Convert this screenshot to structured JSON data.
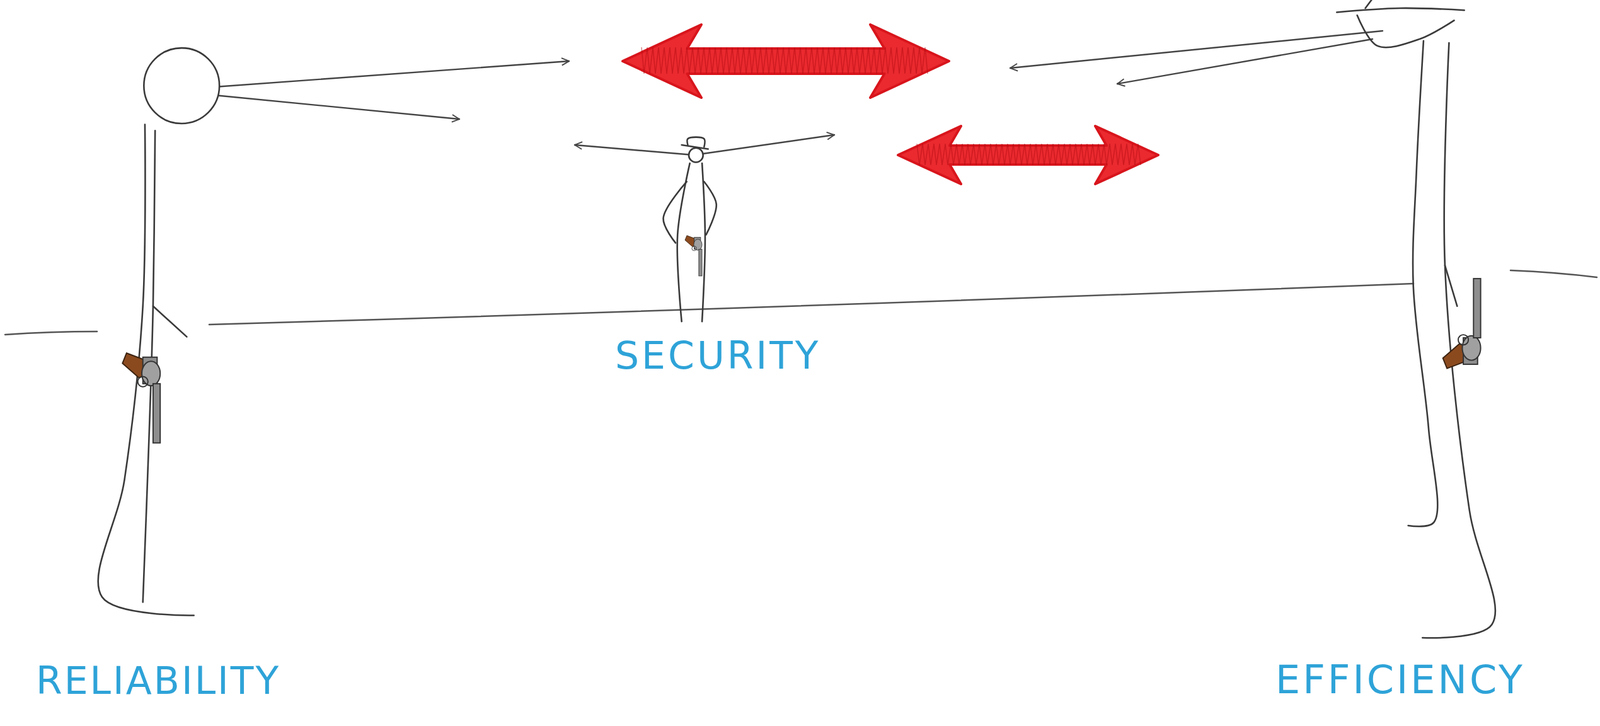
{
  "diagram": {
    "nodes": [
      {
        "text": [
          "RELIABILITY"
        ]
      },
      {
        "text": [
          "SECURITY"
        ]
      },
      {
        "text": [
          "EFFICIENCY"
        ]
      }
    ]
  }
}
